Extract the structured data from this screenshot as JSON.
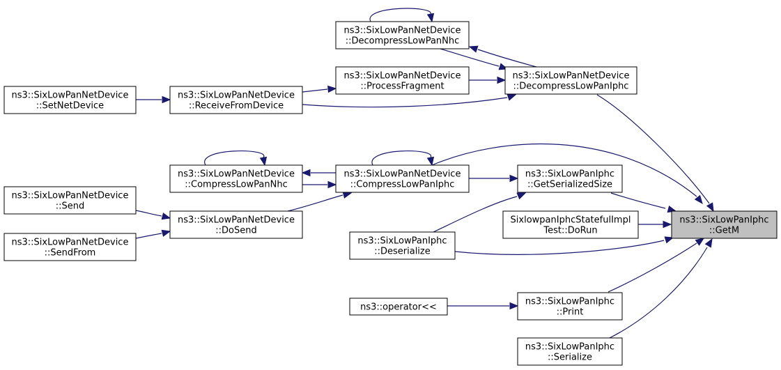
{
  "diagram": {
    "nodes": [
      {
        "id": "getm",
        "lines": [
          "ns3::SixLowPanIphc",
          "::GetM"
        ],
        "focus": true
      },
      {
        "id": "decomp_nhc",
        "lines": [
          "ns3::SixLowPanNetDevice",
          "::DecompressLowPanNhc"
        ]
      },
      {
        "id": "proc_frag",
        "lines": [
          "ns3::SixLowPanNetDevice",
          "::ProcessFragment"
        ]
      },
      {
        "id": "decomp_iphc",
        "lines": [
          "ns3::SixLowPanNetDevice",
          "::DecompressLowPanIphc"
        ]
      },
      {
        "id": "set_netdev",
        "lines": [
          "ns3::SixLowPanNetDevice",
          "::SetNetDevice"
        ]
      },
      {
        "id": "recv_dev",
        "lines": [
          "ns3::SixLowPanNetDevice",
          "::ReceiveFromDevice"
        ]
      },
      {
        "id": "comp_nhc",
        "lines": [
          "ns3::SixLowPanNetDevice",
          "::CompressLowPanNhc"
        ]
      },
      {
        "id": "comp_iphc",
        "lines": [
          "ns3::SixLowPanNetDevice",
          "::CompressLowPanIphc"
        ]
      },
      {
        "id": "get_ser_size",
        "lines": [
          "ns3::SixLowPanIphc",
          "::GetSerializedSize"
        ]
      },
      {
        "id": "send",
        "lines": [
          "ns3::SixLowPanNetDevice",
          "::Send"
        ]
      },
      {
        "id": "do_send",
        "lines": [
          "ns3::SixLowPanNetDevice",
          "::DoSend"
        ]
      },
      {
        "id": "stateful_test",
        "lines": [
          "SixlowpanIphcStatefulImpl",
          "Test::DoRun"
        ]
      },
      {
        "id": "send_from",
        "lines": [
          "ns3::SixLowPanNetDevice",
          "::SendFrom"
        ]
      },
      {
        "id": "deserialize",
        "lines": [
          "ns3::SixLowPanIphc",
          "::Deserialize"
        ]
      },
      {
        "id": "operator",
        "lines": [
          "ns3::operator<<"
        ]
      },
      {
        "id": "print",
        "lines": [
          "ns3::SixLowPanIphc",
          "::Print"
        ]
      },
      {
        "id": "serialize",
        "lines": [
          "ns3::SixLowPanIphc",
          "::Serialize"
        ]
      }
    ],
    "edges": [
      {
        "from": "decomp_iphc",
        "to": "getm"
      },
      {
        "from": "comp_iphc",
        "to": "getm"
      },
      {
        "from": "get_ser_size",
        "to": "getm"
      },
      {
        "from": "stateful_test",
        "to": "getm"
      },
      {
        "from": "deserialize",
        "to": "getm"
      },
      {
        "from": "print",
        "to": "getm"
      },
      {
        "from": "serialize",
        "to": "getm"
      },
      {
        "from": "decomp_nhc",
        "to": "decomp_iphc"
      },
      {
        "from": "decomp_iphc",
        "to": "decomp_nhc"
      },
      {
        "from": "decomp_nhc",
        "to": "decomp_nhc"
      },
      {
        "from": "proc_frag",
        "to": "decomp_iphc"
      },
      {
        "from": "recv_dev",
        "to": "decomp_iphc"
      },
      {
        "from": "recv_dev",
        "to": "proc_frag"
      },
      {
        "from": "set_netdev",
        "to": "recv_dev"
      },
      {
        "from": "comp_nhc",
        "to": "comp_iphc"
      },
      {
        "from": "comp_iphc",
        "to": "comp_nhc"
      },
      {
        "from": "comp_nhc",
        "to": "comp_nhc"
      },
      {
        "from": "comp_iphc",
        "to": "comp_iphc"
      },
      {
        "from": "do_send",
        "to": "comp_iphc"
      },
      {
        "from": "comp_iphc",
        "to": "get_ser_size"
      },
      {
        "from": "deserialize",
        "to": "get_ser_size"
      },
      {
        "from": "send",
        "to": "do_send"
      },
      {
        "from": "send_from",
        "to": "do_send"
      },
      {
        "from": "operator",
        "to": "print"
      }
    ]
  }
}
